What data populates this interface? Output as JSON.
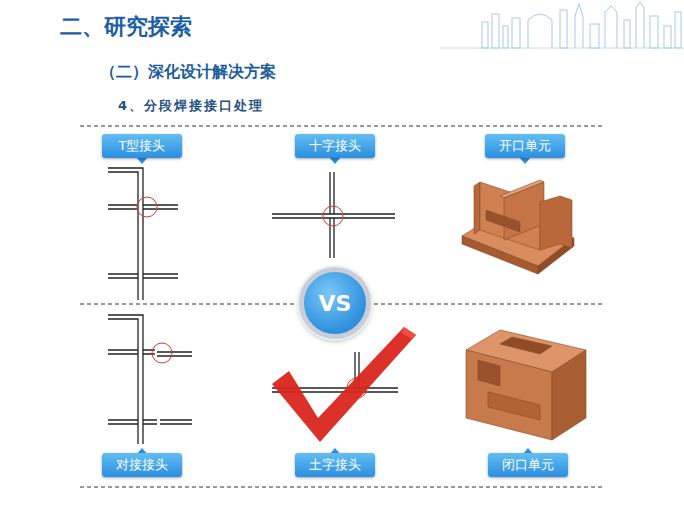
{
  "diagram": {
    "title": "二、研究探索",
    "nodes": [
      {
        "text": [
          "T型接头"
        ]
      },
      {
        "text": [
          "十字接头"
        ]
      },
      {
        "text": [
          "开口单元"
        ]
      },
      {
        "text": [
          "VS"
        ]
      },
      {
        "text": [
          "对接接头"
        ]
      },
      {
        "text": [
          "土字接头"
        ]
      },
      {
        "text": [
          "闭口单元"
        ]
      }
    ],
    "labels": [
      "（二）深化设计解决方案",
      "4、分段焊接接口处理"
    ]
  }
}
